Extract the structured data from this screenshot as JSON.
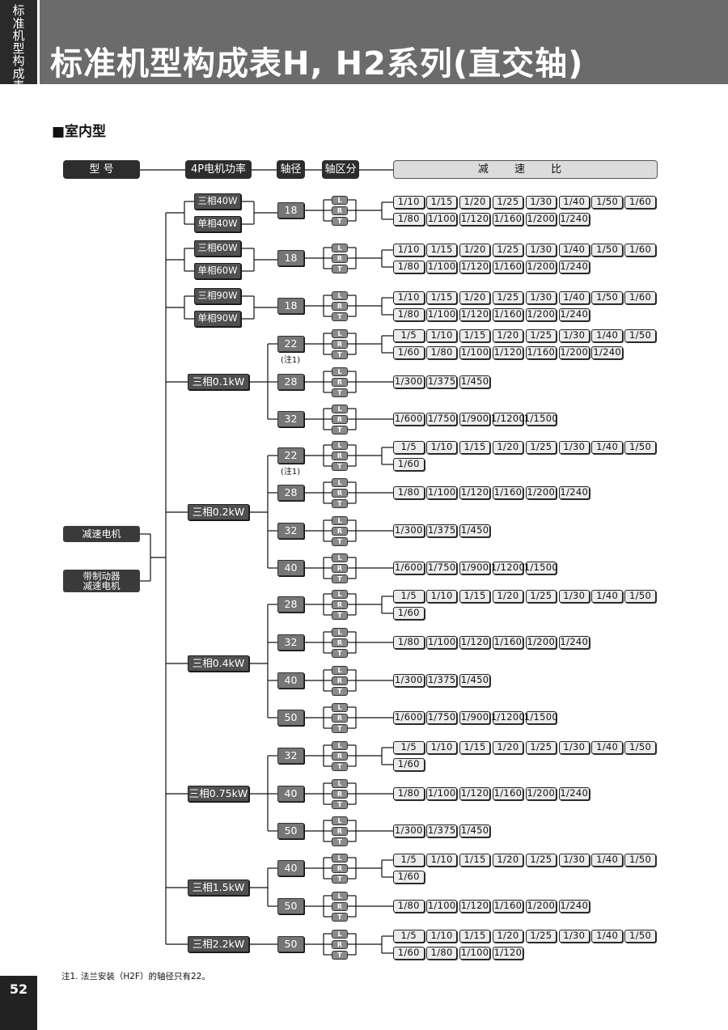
{
  "header": {
    "side_tab": "标准机型构成表",
    "title": "标准机型构成表H, H2系列(直交轴)"
  },
  "section": {
    "title": "■室内型"
  },
  "columns": {
    "model": "型  号",
    "power": "4P电机功率",
    "diameter": "轴径",
    "axis": "轴区分",
    "ratio": "减  速  比"
  },
  "products": [
    "减速电机",
    "带制动器\n减速电机"
  ],
  "axis_labels": [
    "L",
    "R",
    "T"
  ],
  "groups": [
    {
      "motors": [
        "三相40W",
        "单相40W"
      ],
      "shafts": [
        {
          "dia": "18",
          "rows": [
            [
              "1/10",
              "1/15",
              "1/20",
              "1/25",
              "1/30",
              "1/40",
              "1/50",
              "1/60"
            ],
            [
              "1/80",
              "1/100",
              "1/120",
              "1/160",
              "1/200",
              "1/240"
            ]
          ]
        }
      ]
    },
    {
      "motors": [
        "三相60W",
        "单相60W"
      ],
      "shafts": [
        {
          "dia": "18",
          "rows": [
            [
              "1/10",
              "1/15",
              "1/20",
              "1/25",
              "1/30",
              "1/40",
              "1/50",
              "1/60"
            ],
            [
              "1/80",
              "1/100",
              "1/120",
              "1/160",
              "1/200",
              "1/240"
            ]
          ]
        }
      ]
    },
    {
      "motors": [
        "三相90W",
        "单相90W"
      ],
      "shafts": [
        {
          "dia": "18",
          "rows": [
            [
              "1/10",
              "1/15",
              "1/20",
              "1/25",
              "1/30",
              "1/40",
              "1/50",
              "1/60"
            ],
            [
              "1/80",
              "1/100",
              "1/120",
              "1/160",
              "1/200",
              "1/240"
            ]
          ]
        }
      ]
    },
    {
      "motors": [
        "三相0.1kW"
      ],
      "shafts": [
        {
          "dia": "22",
          "note": "(注1)",
          "rows": [
            [
              "1/5",
              "1/10",
              "1/15",
              "1/20",
              "1/25",
              "1/30",
              "1/40",
              "1/50"
            ],
            [
              "1/60",
              "1/80",
              "1/100",
              "1/120",
              "1/160",
              "1/200",
              "1/240"
            ]
          ]
        },
        {
          "dia": "28",
          "rows": [
            [
              "1/300",
              "1/375",
              "1/450"
            ]
          ]
        },
        {
          "dia": "32",
          "rows": [
            [
              "1/600",
              "1/750",
              "1/900",
              "1/1200",
              "1/1500"
            ]
          ]
        }
      ]
    },
    {
      "motors": [
        "三相0.2kW"
      ],
      "shafts": [
        {
          "dia": "22",
          "note": "(注1)",
          "rows": [
            [
              "1/5",
              "1/10",
              "1/15",
              "1/20",
              "1/25",
              "1/30",
              "1/40",
              "1/50"
            ],
            [
              "1/60"
            ]
          ]
        },
        {
          "dia": "28",
          "rows": [
            [
              "1/80",
              "1/100",
              "1/120",
              "1/160",
              "1/200",
              "1/240"
            ]
          ]
        },
        {
          "dia": "32",
          "rows": [
            [
              "1/300",
              "1/375",
              "1/450"
            ]
          ]
        },
        {
          "dia": "40",
          "rows": [
            [
              "1/600",
              "1/750",
              "1/900",
              "1/1200",
              "1/1500"
            ]
          ]
        }
      ]
    },
    {
      "motors": [
        "三相0.4kW"
      ],
      "shafts": [
        {
          "dia": "28",
          "rows": [
            [
              "1/5",
              "1/10",
              "1/15",
              "1/20",
              "1/25",
              "1/30",
              "1/40",
              "1/50"
            ],
            [
              "1/60"
            ]
          ]
        },
        {
          "dia": "32",
          "rows": [
            [
              "1/80",
              "1/100",
              "1/120",
              "1/160",
              "1/200",
              "1/240"
            ]
          ]
        },
        {
          "dia": "40",
          "rows": [
            [
              "1/300",
              "1/375",
              "1/450"
            ]
          ]
        },
        {
          "dia": "50",
          "rows": [
            [
              "1/600",
              "1/750",
              "1/900",
              "1/1200",
              "1/1500"
            ]
          ]
        }
      ]
    },
    {
      "motors": [
        "三相0.75kW"
      ],
      "shafts": [
        {
          "dia": "32",
          "rows": [
            [
              "1/5",
              "1/10",
              "1/15",
              "1/20",
              "1/25",
              "1/30",
              "1/40",
              "1/50"
            ],
            [
              "1/60"
            ]
          ]
        },
        {
          "dia": "40",
          "rows": [
            [
              "1/80",
              "1/100",
              "1/120",
              "1/160",
              "1/200",
              "1/240"
            ]
          ]
        },
        {
          "dia": "50",
          "rows": [
            [
              "1/300",
              "1/375",
              "1/450"
            ]
          ]
        }
      ]
    },
    {
      "motors": [
        "三相1.5kW"
      ],
      "shafts": [
        {
          "dia": "40",
          "rows": [
            [
              "1/5",
              "1/10",
              "1/15",
              "1/20",
              "1/25",
              "1/30",
              "1/40",
              "1/50"
            ],
            [
              "1/60"
            ]
          ]
        },
        {
          "dia": "50",
          "rows": [
            [
              "1/80",
              "1/100",
              "1/120",
              "1/160",
              "1/200",
              "1/240"
            ]
          ]
        }
      ]
    },
    {
      "motors": [
        "三相2.2kW"
      ],
      "shafts": [
        {
          "dia": "50",
          "rows": [
            [
              "1/5",
              "1/10",
              "1/15",
              "1/20",
              "1/25",
              "1/30",
              "1/40",
              "1/50"
            ],
            [
              "1/60",
              "1/80",
              "1/100",
              "1/120"
            ]
          ]
        }
      ]
    }
  ],
  "footnote": "注1. 法兰安装（H2F）的轴径只有22。",
  "page_number": "52"
}
